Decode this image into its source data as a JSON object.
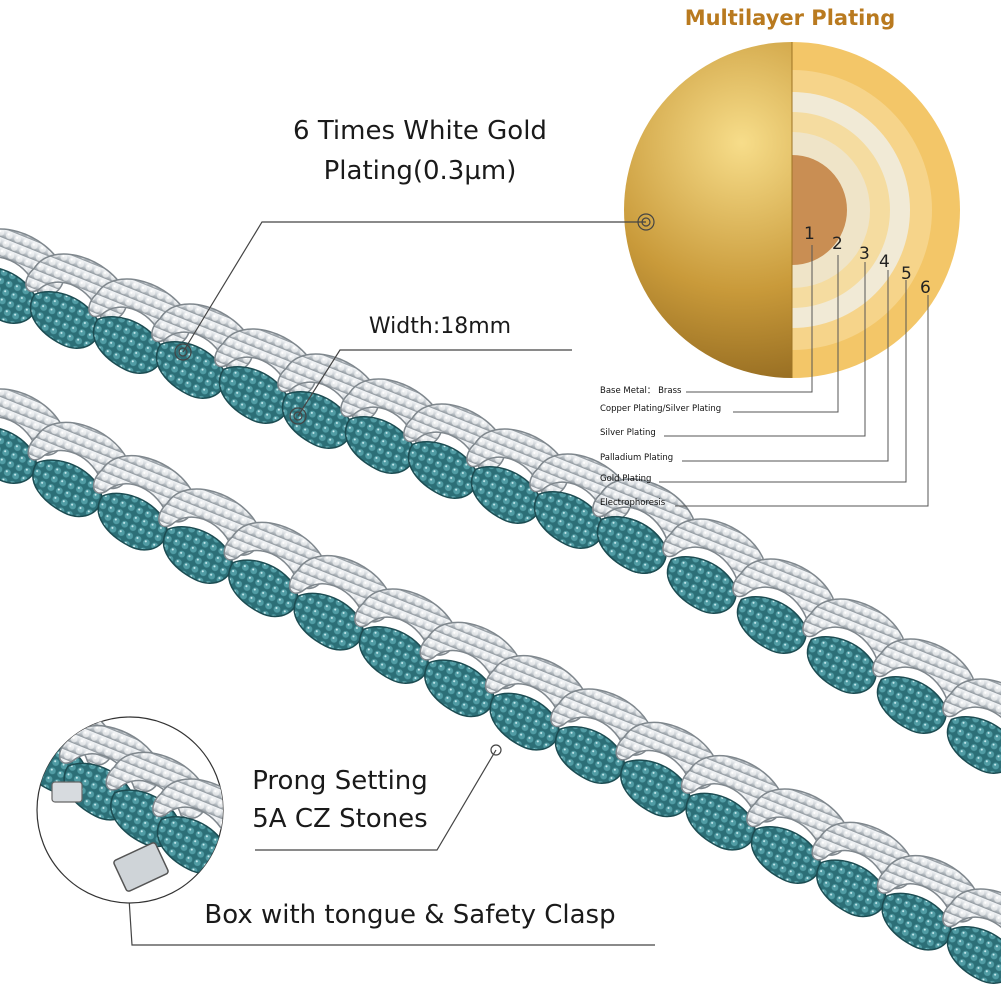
{
  "colors": {
    "gold_dark": "#b78a2a",
    "gold_light": "#f2cf76",
    "silver": "#d9dde1",
    "teal": "#2f7c84",
    "title_gold": "#b97a1f"
  },
  "callouts": {
    "white_gold_line1": "6 Times White Gold",
    "white_gold_line2": "Plating(0.3µm)",
    "width": "Width:18mm",
    "prong_line1": "Prong Setting",
    "prong_line2": "5A CZ Stones",
    "clasp": "Box with tongue & Safety Clasp"
  },
  "plating": {
    "title": "Multilayer Plating",
    "numbers": [
      "1",
      "2",
      "3",
      "4",
      "5",
      "6"
    ],
    "layers": [
      "Base Metal： Brass",
      "Copper Plating/Silver Plating",
      "Silver Plating",
      "Palladium Plating",
      "Gold Plating",
      "Electrophoresis"
    ]
  }
}
